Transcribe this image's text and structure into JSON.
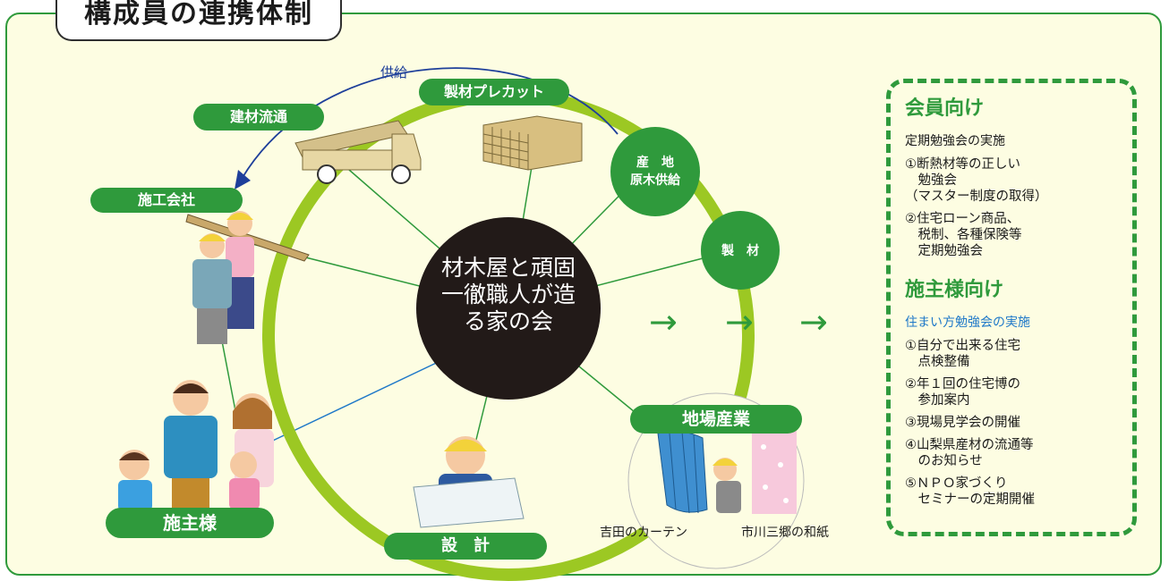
{
  "title": "構成員の連携体制",
  "supply_label": "供給",
  "labels": {
    "kenzai": "建材流通",
    "seizai_precut": "製材プレカット",
    "sekou": "施工会社",
    "sanchi": "産　地\n原木供給",
    "seizai": "製　材",
    "jiba": "地場産業",
    "sekkei": "設　計",
    "seshu": "施主様"
  },
  "center_logo_text": "材木屋と頑固一徹職人が造る家の会",
  "arrows": [
    "→",
    "→",
    "→"
  ],
  "products": {
    "curtain": "吉田のカーテン",
    "washi": "市川三郷の和紙"
  },
  "panel": {
    "member_heading": "会員向け",
    "member_sub": "定期勉強会の実施",
    "member_items": [
      "①断熱材等の正しい\n　勉強会\n（マスター制度の取得）",
      "②住宅ローン商品、\n　税制、各種保険等\n　定期勉強会"
    ],
    "owner_heading": "施主様向け",
    "owner_sub": "住まい方勉強会の実施",
    "owner_items": [
      "①自分で出来る住宅\n　点検整備",
      "②年１回の住宅博の\n　参加案内",
      "③現場見学会の開催",
      "④山梨県産材の流通等\n　のお知らせ",
      "⑤ＮＰＯ家づくり\n　セミナーの定期開催"
    ]
  },
  "colors": {
    "green": "#2f9a3c",
    "ring": "#9cc823",
    "background": "#fdfde2",
    "center": "#221a18",
    "blue": "#1e78c8"
  }
}
